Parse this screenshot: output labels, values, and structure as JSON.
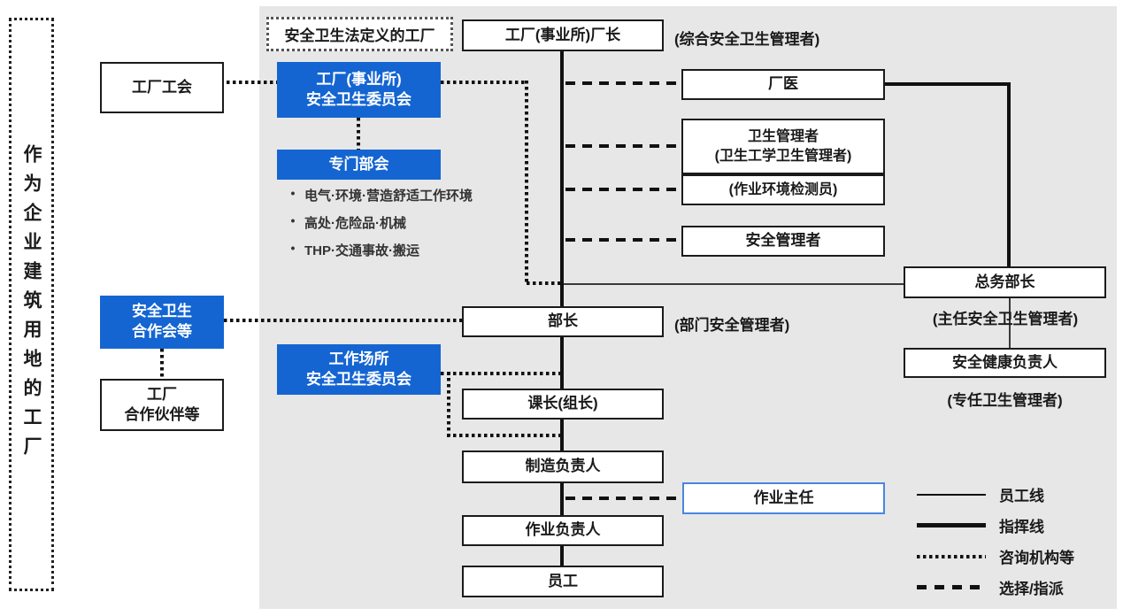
{
  "diagram": {
    "left_frame_label": "作为企业建筑用地的工厂",
    "definition_box_label": "安全卫生法定义的工厂",
    "bullet_glyph": "•"
  },
  "nodes": {
    "plant_manager": {
      "label": "工厂(事业所)厂长",
      "caption": "(综合安全卫生管理者)"
    },
    "factory_union": {
      "label": "工厂工会"
    },
    "factory_committee": {
      "label": "工厂(事业所)\n安全卫生委员会"
    },
    "special_subcommittee": {
      "label": "专门部会"
    },
    "plant_doctor": {
      "label": "厂医"
    },
    "hygiene_manager": {
      "label": "卫生管理者\n(卫生工学卫生管理者)"
    },
    "work_env_inspector": {
      "label": "(作业环境检测员)"
    },
    "safety_manager": {
      "label": "安全管理者"
    },
    "general_affairs_director": {
      "label": "总务部长",
      "caption": "(主任安全卫生管理者)"
    },
    "dept_head": {
      "label": "部长",
      "caption": "(部门安全管理者)"
    },
    "coop_council": {
      "label": "安全卫生\n合作会等"
    },
    "factory_partners": {
      "label": "工厂\n合作伙伴等"
    },
    "workplace_committee": {
      "label": "工作场所\n安全卫生委员会"
    },
    "section_chief": {
      "label": "课长(组长)"
    },
    "manufacturing_lead": {
      "label": "制造负责人"
    },
    "operation_chief": {
      "label": "作业主任"
    },
    "operation_lead": {
      "label": "作业负责人"
    },
    "employees": {
      "label": "员工"
    },
    "safety_health_officer": {
      "label": "安全健康负责人",
      "caption": "(专任卫生管理者)"
    }
  },
  "subcommittee_topics": [
    "电气·环境·营造舒适工作环境",
    "高处·危险品·机械",
    "THP·交通事故·搬运"
  ],
  "legend": {
    "items": [
      {
        "name": "employee-line",
        "label": "员工线"
      },
      {
        "name": "command-line",
        "label": "指挥线"
      },
      {
        "name": "consult-line",
        "label": "咨询机构等"
      },
      {
        "name": "assign-line",
        "label": "选择/指派"
      }
    ]
  },
  "colors": {
    "accent_blue": "#1465d2",
    "panel_gray": "#e7e7e7",
    "line_black": "#111111",
    "operation_chief_border": "#4a86e0"
  }
}
